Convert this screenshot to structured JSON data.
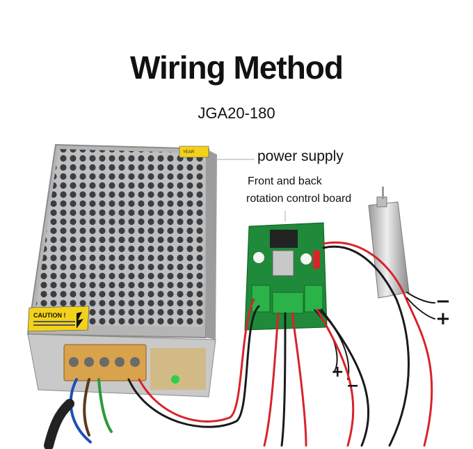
{
  "heading": {
    "title": "Wiring Method",
    "model": "JGA20-180"
  },
  "labels": {
    "power_supply": "power supply",
    "board_line1": "Front and back",
    "board_line2": "rotation control board"
  },
  "polarity": {
    "motor_minus": "−",
    "motor_plus": "+",
    "supply_plus": "+",
    "supply_minus": "−"
  },
  "power_supply_unit": {
    "caution_label": "CAUTION !",
    "year_tag": "YEAR"
  },
  "colors": {
    "red_wire": "#d8232a",
    "black_wire": "#1a1a1a",
    "board_green": "#1f8a3a",
    "terminal_green": "#2bb34a",
    "caution_yellow": "#f2d21b",
    "chassis_silver": "#c8c8c8"
  }
}
